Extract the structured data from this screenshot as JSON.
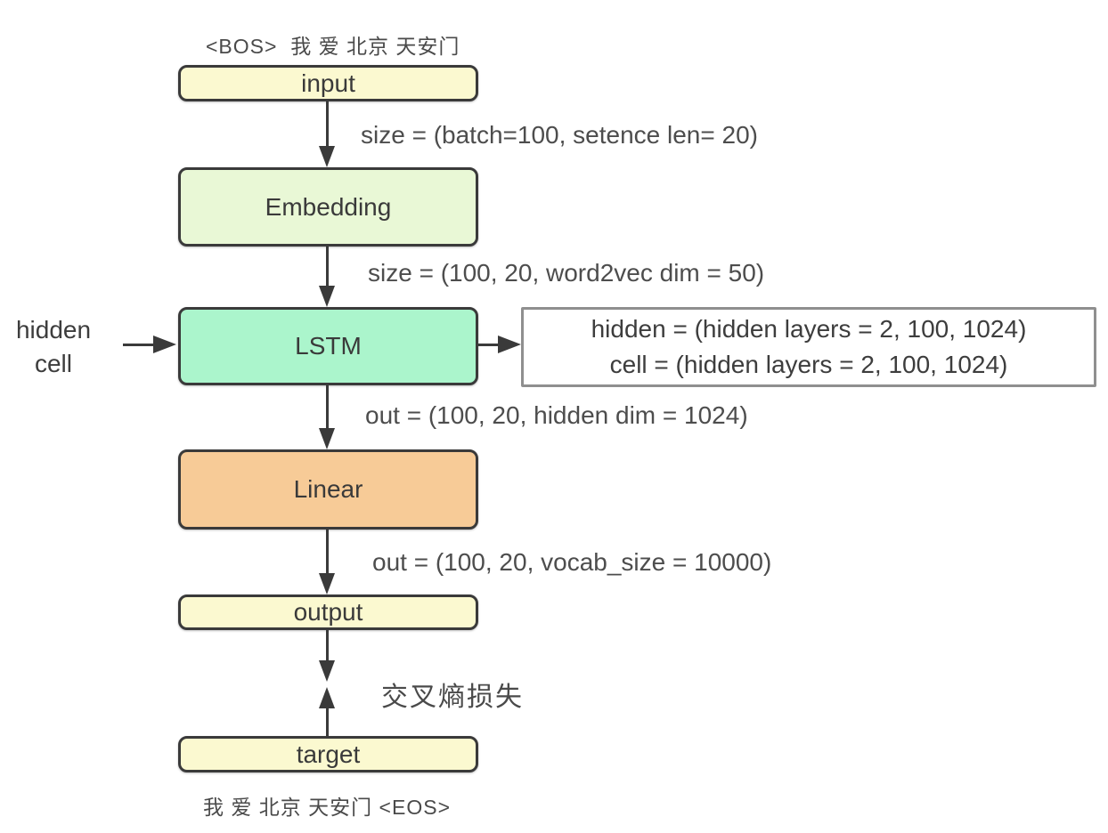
{
  "diagram": {
    "title": "LSTM language model tensor-size flow",
    "top_sequence": "<BOS>  我 爱 北京 天安门",
    "bottom_sequence": "我 爱 北京 天安门 <EOS>",
    "nodes": {
      "input": {
        "label": "input"
      },
      "embedding": {
        "label": "Embedding"
      },
      "lstm": {
        "label": "LSTM"
      },
      "linear": {
        "label": "Linear"
      },
      "output": {
        "label": "output"
      },
      "target": {
        "label": "target"
      }
    },
    "annotations": {
      "input_to_embedding": "size = (batch=100, setence len= 20)",
      "embedding_to_lstm": "size = (100, 20, word2vec dim = 50)",
      "lstm_to_linear": "out = (100, 20, hidden dim = 1024)",
      "linear_to_output": "out = (100, 20, vocab_size = 10000)",
      "loss": "交叉熵损失"
    },
    "lstm_state": {
      "label_line1": "hidden",
      "label_line2": "cell",
      "info_line1": "hidden = (hidden layers = 2, 100, 1024)",
      "info_line2": "cell = (hidden layers = 2, 100, 1024)"
    },
    "colors": {
      "io_fill": "#fbf9d0",
      "embedding_fill": "#e9f8d6",
      "lstm_fill": "#abf5cc",
      "linear_fill": "#f7cb97",
      "node_border": "#3a3a3a",
      "info_border": "#8f8f8f",
      "text": "#4d4d4d"
    }
  }
}
